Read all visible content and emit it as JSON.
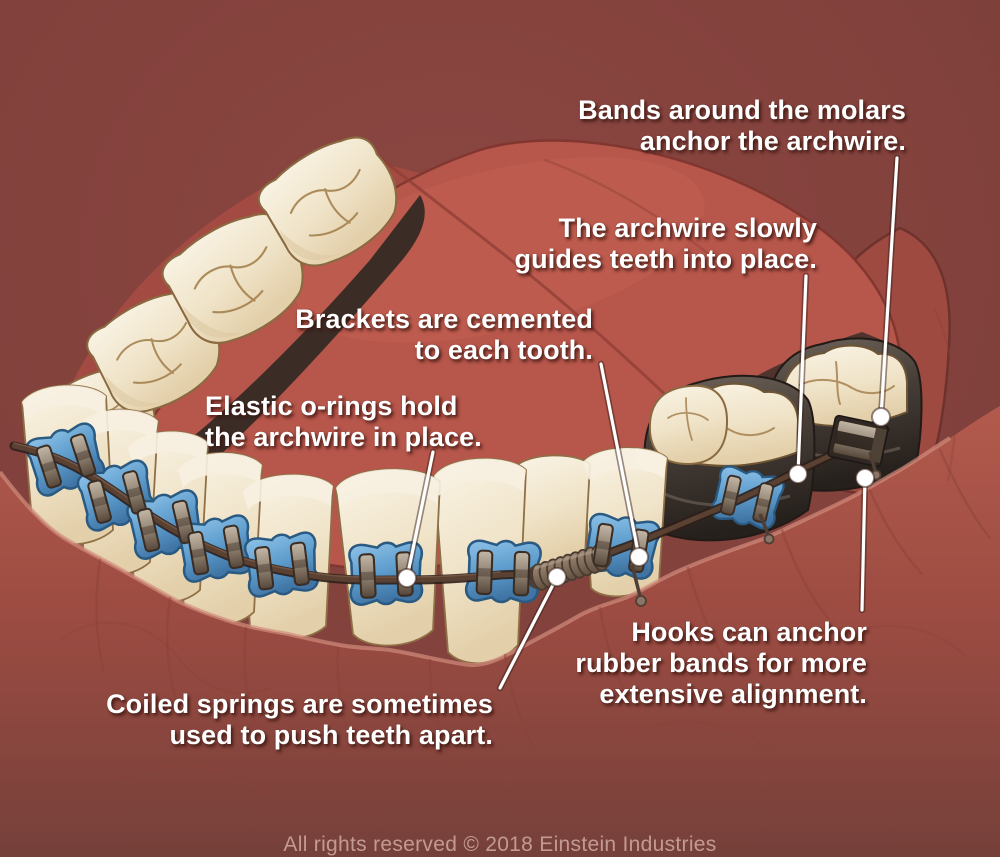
{
  "labels": {
    "bands": {
      "lines": [
        "Bands around the molars",
        "anchor the archwire."
      ]
    },
    "archwire": {
      "lines": [
        "The archwire slowly",
        "guides teeth into place."
      ]
    },
    "brackets": {
      "lines": [
        "Brackets are cemented",
        "to each tooth."
      ]
    },
    "orings": {
      "lines": [
        "Elastic o-rings hold",
        "the archwire in place."
      ]
    },
    "springs": {
      "lines": [
        "Coiled springs are sometimes",
        "used to push teeth apart."
      ]
    },
    "hooks": {
      "lines": [
        "Hooks can anchor",
        "rubber bands for more",
        "extensive alignment."
      ]
    }
  },
  "footer": "All rights reserved © 2018 Einstein Industries",
  "colors": {
    "background": "#86433e",
    "background-deep": "#6f3a35",
    "tongue": "#b7564b",
    "tongue-back": "#a34b42",
    "gum": "#b05a4d",
    "tooth": "#f3ebd9",
    "oring-blue": "#5d9ccc",
    "bracket-metal": "#8c7e6d",
    "archwire": "#5a4132",
    "band-gray": "#3b332e",
    "label-text": "#ffffff",
    "footer-text": "rgba(208,170,163,0.85)",
    "callout-line": "#ffffff"
  }
}
